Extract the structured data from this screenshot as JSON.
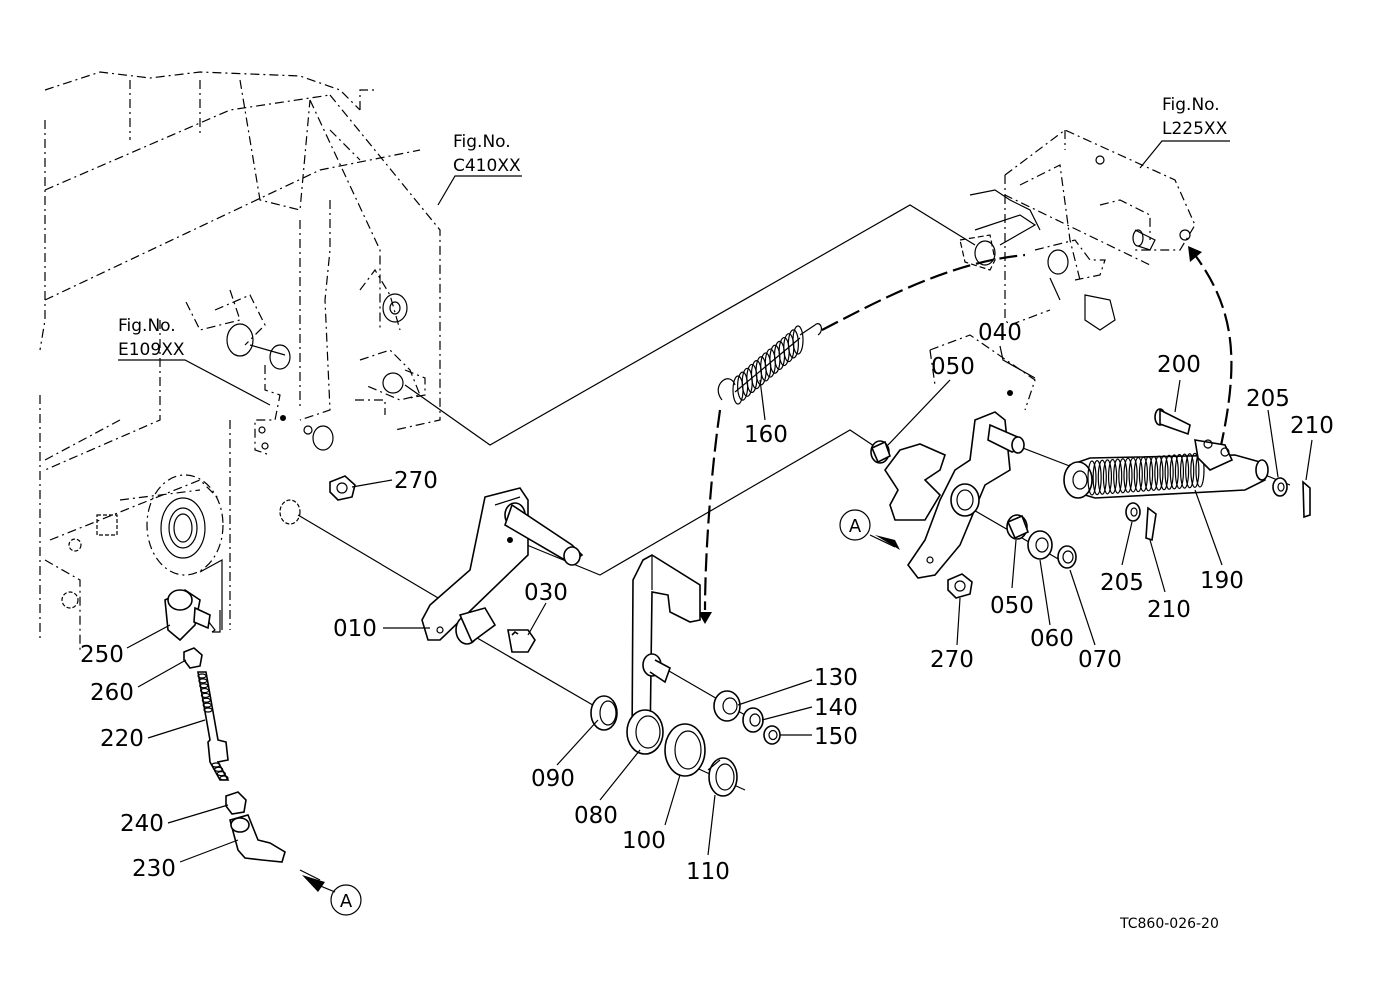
{
  "drawing_code": "TC860-026-20",
  "fig_refs": [
    {
      "id": "c410",
      "label": "Fig.No.",
      "code": "C410XX"
    },
    {
      "id": "e109",
      "label": "Fig.No.",
      "code": "E109XX"
    },
    {
      "id": "l225",
      "label": "Fig.No.",
      "code": "L225XX"
    }
  ],
  "view_marker": "A",
  "parts": [
    "010",
    "030",
    "040",
    "050",
    "060",
    "070",
    "080",
    "090",
    "100",
    "110",
    "130",
    "140",
    "150",
    "160",
    "190",
    "200",
    "205",
    "210",
    "220",
    "230",
    "240",
    "250",
    "260",
    "270"
  ]
}
